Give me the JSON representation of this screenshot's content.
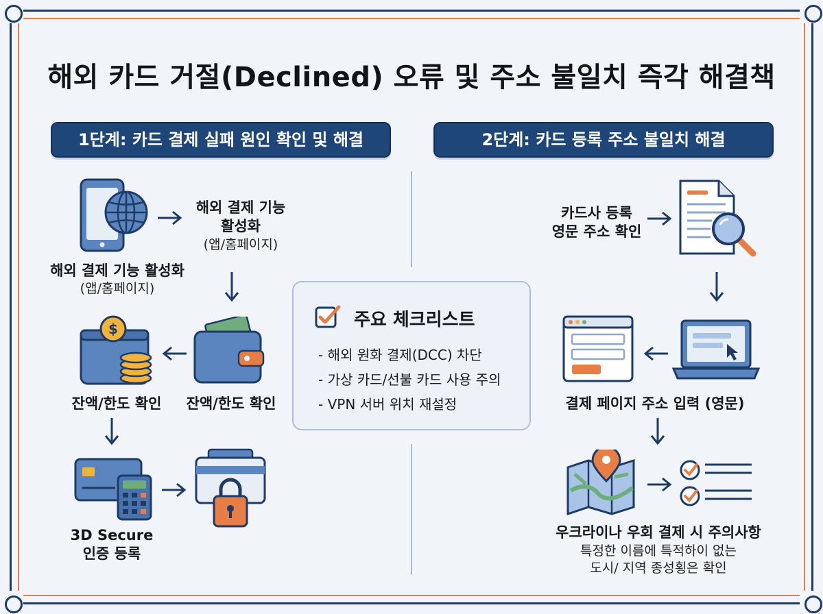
{
  "title": "해외 카드 거절(Declined) 오류 및 주소 불일치 즉각 해결책",
  "step1": {
    "banner": "1단계: 카드 결제 실패 원인 확인 및 해결",
    "overseas_label_right_l1": "해외 결제 기능",
    "overseas_label_right_l2": "활성화",
    "overseas_label_right_sub": "(앱/홈페이지)",
    "overseas_label_left": "해외 결제 기능 활성화",
    "overseas_label_left_sub": "(앱/홈페이지)",
    "balance_left": "잔액/한도 확인",
    "balance_right": "잔액/한도 확인",
    "secure_l1": "3D Secure",
    "secure_l2": "인증 등록",
    "icons": {
      "phone": "smartphone-globe-icon",
      "wallet_coins": "wallet-coins-icon",
      "wallet_cash": "wallet-cash-icon",
      "card_calc": "card-calculator-icon",
      "card_lock": "card-lock-icon"
    }
  },
  "checklist": {
    "title": "주요 체크리스트",
    "items": [
      "- 해외 원화 결제(DCC) 차단",
      "- 가상 카드/선불 카드 사용 주의",
      "- VPN 서버 위치 재설정"
    ],
    "icon": "checkbox-checked-icon"
  },
  "step2": {
    "banner": "2단계: 카드 등록 주소 불일치 해결",
    "card_address_l1": "카드사 등록",
    "card_address_l2": "영문 주소 확인",
    "payment_page": "결제 페이지 주소 입력 (영문)",
    "ukraine_title": "우크라이나 우회 결제 시 주의사항",
    "ukraine_sub_l1": "특정한 이름에 특적하이 없는",
    "ukraine_sub_l2": "도시/ 지역 종성횡은 확인",
    "icons": {
      "document": "document-magnifier-icon",
      "laptop": "laptop-cursor-icon",
      "browser": "browser-form-icon",
      "map": "map-pin-icon",
      "checklist": "checklist-icon"
    }
  },
  "colors": {
    "navy": "#1f4679",
    "orange": "#e67e45",
    "blue": "#5b85bf",
    "background": "#f1f5f9"
  }
}
